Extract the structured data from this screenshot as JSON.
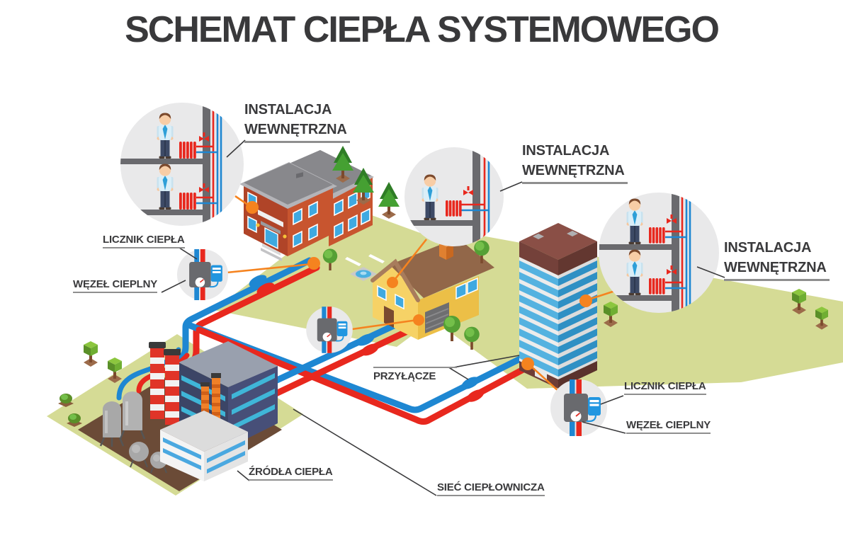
{
  "title": "SCHEMAT CIEPŁA SYSTEMOWEGO",
  "labels": {
    "internal_installations": [
      {
        "line1": "INSTALACJA",
        "line2": "WEWNĘTRZNA"
      },
      {
        "line1": "INSTALACJA",
        "line2": "WEWNĘTRZNA"
      },
      {
        "line1": "INSTALACJA",
        "line2": "WEWNĘTRZNA"
      }
    ],
    "heat_meter_left": "LICZNIK CIEPŁA",
    "substation_left": "WĘZEŁ CIEPLNY",
    "connection": "PRZYŁĄCZE",
    "heat_sources": "ŹRÓDŁA CIEPŁA",
    "heating_network": "SIEĆ CIEPŁOWNICZA",
    "heat_meter_right": "LICZNIK CIEPŁA",
    "substation_right": "WĘZEŁ CIEPLNY"
  },
  "colors": {
    "supply_pipe": "#e8281e",
    "return_pipe": "#1e87d2",
    "connector": "#f5831f",
    "ground": "#d5db95",
    "label_text": "#3a3a3c"
  }
}
